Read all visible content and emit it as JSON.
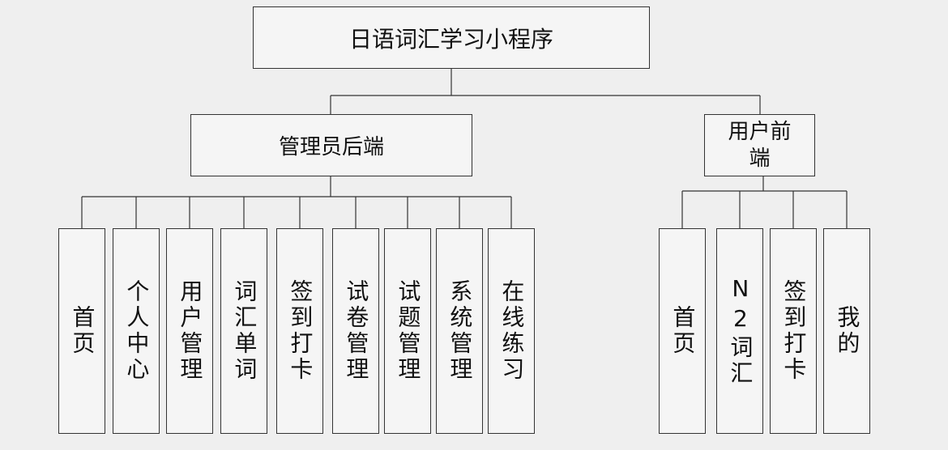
{
  "diagram": {
    "root": {
      "label": "日语词汇学习小程序"
    },
    "admin": {
      "label": "管理员后端",
      "children": [
        "首页",
        "个人中心",
        "用户管理",
        "词汇单词",
        "签到打卡",
        "试卷管理",
        "试题管理",
        "系统管理",
        "在线练习"
      ]
    },
    "user": {
      "label": "用户前端",
      "children": [
        "首页",
        "N2词汇",
        "签到打卡",
        "我的"
      ]
    }
  }
}
